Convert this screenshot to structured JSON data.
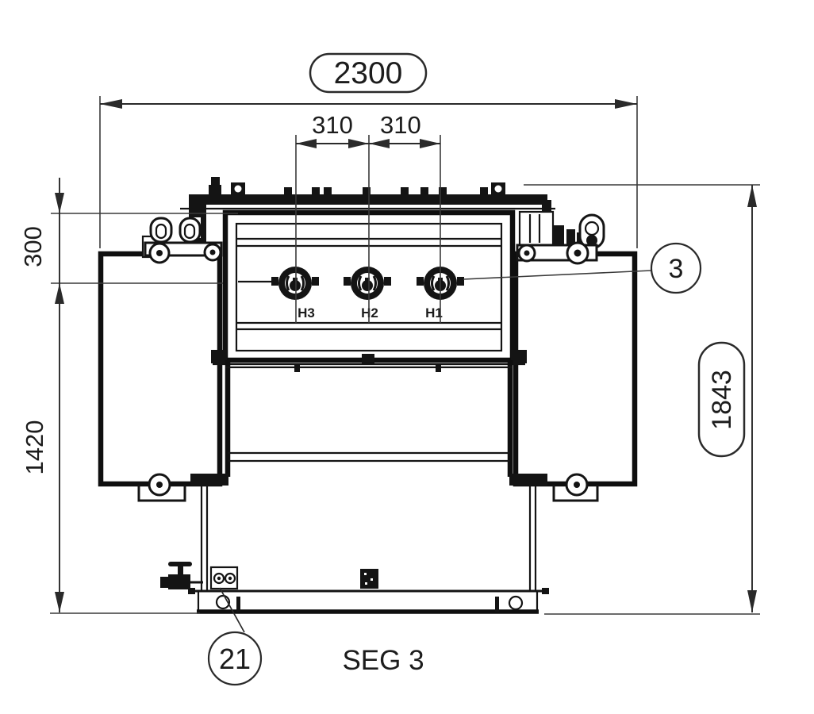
{
  "meta": {
    "drawing_label": "SEG 3"
  },
  "dimensions": {
    "overall_width": {
      "value": "2300"
    },
    "pitch_left": {
      "value": "310"
    },
    "pitch_right": {
      "value": "310"
    },
    "top_to_bushing": {
      "value": "300"
    },
    "bushing_to_base": {
      "value": "1420"
    },
    "overall_height": {
      "value": "1843"
    }
  },
  "callouts": [
    {
      "id": "3"
    },
    {
      "id": "21"
    }
  ],
  "bushings": [
    {
      "label": "H3"
    },
    {
      "label": "H2"
    },
    {
      "label": "H1"
    }
  ],
  "colors": {
    "ink": "#141414",
    "paper": "#ffffff"
  }
}
